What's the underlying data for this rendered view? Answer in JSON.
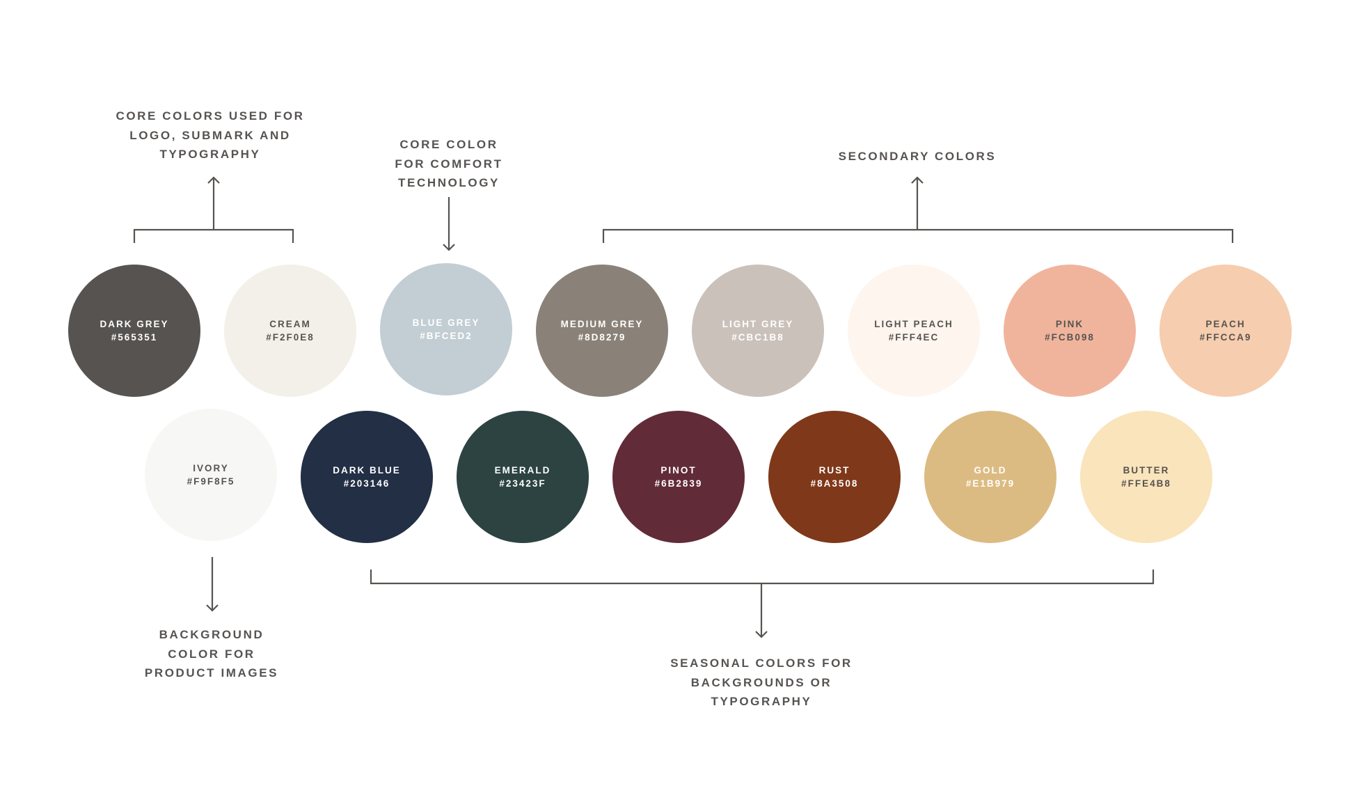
{
  "captions": {
    "core_logo": [
      "CORE COLORS USED FOR",
      "LOGO, SUBMARK AND",
      "TYPOGRAPHY"
    ],
    "core_comfort": [
      "CORE COLOR",
      "FOR COMFORT",
      "TECHNOLOGY"
    ],
    "secondary": [
      "SECONDARY COLORS"
    ],
    "background": [
      "BACKGROUND",
      "COLOR FOR",
      "PRODUCT IMAGES"
    ],
    "seasonal": [
      "SEASONAL COLORS FOR",
      "BACKGROUNDS OR",
      "TYPOGRAPHY"
    ]
  },
  "row1": [
    {
      "name": "DARK GREY",
      "hex": "#565351",
      "color": "#565351",
      "text": "#FFFFFF"
    },
    {
      "name": "CREAM",
      "hex": "#F2F0E8",
      "color": "#F2F0E8",
      "text": "#565351"
    },
    {
      "name": "BLUE GREY",
      "hex": "#BFCED2",
      "color": "#C2CED4",
      "text": "#FFFFFF"
    },
    {
      "name": "MEDIUM GREY",
      "hex": "#8D8279",
      "color": "#8A8279",
      "text": "#FFFFFF"
    },
    {
      "name": "LIGHT GREY",
      "hex": "#CBC1B8",
      "color": "#CAC1BA",
      "text": "#FFFFFF"
    },
    {
      "name": "LIGHT PEACH",
      "hex": "#FFF4EC",
      "color": "#FDF5EE",
      "text": "#565351"
    },
    {
      "name": "PINK",
      "hex": "#FCB098",
      "color": "#F0B49D",
      "text": "#565351"
    },
    {
      "name": "PEACH",
      "hex": "#FFCCA9",
      "color": "#F6CDAE",
      "text": "#565351"
    }
  ],
  "row2": [
    {
      "name": "IVORY",
      "hex": "#F9F8F5",
      "color": "#F7F7F5",
      "text": "#565351"
    },
    {
      "name": "DARK BLUE",
      "hex": "#203146",
      "color": "#222F45",
      "text": "#FFFFFF"
    },
    {
      "name": "EMERALD",
      "hex": "#23423F",
      "color": "#2C4341",
      "text": "#FFFFFF"
    },
    {
      "name": "PINOT",
      "hex": "#6B2839",
      "color": "#612B38",
      "text": "#FFFFFF"
    },
    {
      "name": "RUST",
      "hex": "#8A3508",
      "color": "#7F3819",
      "text": "#FFFFFF"
    },
    {
      "name": "GOLD",
      "hex": "#E1B979",
      "color": "#DCBB82",
      "text": "#FFFFFF"
    },
    {
      "name": "BUTTER",
      "hex": "#FFE4B8",
      "color": "#FAE4BB",
      "text": "#565351"
    }
  ]
}
